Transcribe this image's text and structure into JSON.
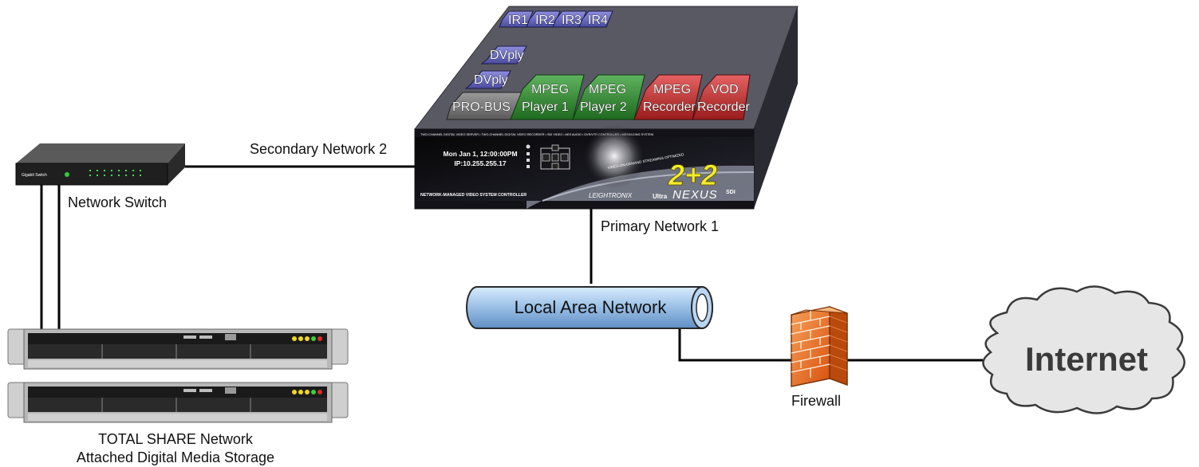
{
  "labels": {
    "secondary_network": "Secondary Network 2",
    "primary_network": "Primary Network 1",
    "network_switch": "Network Switch",
    "lan": "Local Area Network",
    "firewall": "Firewall",
    "internet": "Internet",
    "storage_line1": "TOTAL SHARE Network",
    "storage_line2": "Attached Digital Media Storage"
  },
  "switch": {
    "brand_text": "Gigabit Switch"
  },
  "server": {
    "top_strip": "TWO-CHANNEL DIGITAL VIDEO SERVER • TWO-CHANNEL DIGITAL VIDEO RECORDER • SDI VIDEO • AES AUDIO • DVR/VTR CONTROLLER • MESSAGING SYSTEM",
    "display_line1": "Mon Jan 1, 12:00:00PM",
    "display_line2": "IP:10.255.255.17",
    "bottom_label": "NETWORK-MANAGED VIDEO SYSTEM CONTROLLER",
    "brand": "LEIGHTRONIX",
    "model_prefix": "Ultra",
    "model_name": "NEXUS",
    "model_suffix": "SDI",
    "badge": "2+2",
    "streaming_text": "VIDEO-ON-DEMAND STREAMING OPTIMIZED",
    "modules": {
      "ir": [
        "IR1",
        "IR2",
        "IR3",
        "IR4"
      ],
      "dvply": [
        "DVply",
        "DVply"
      ],
      "probus": "PRO-BUS",
      "players": [
        {
          "line1": "MPEG",
          "line2": "Player 1",
          "color": "#3a8a3a"
        },
        {
          "line1": "MPEG",
          "line2": "Player 2",
          "color": "#3a8a3a"
        },
        {
          "line1": "MPEG",
          "line2": "Recorder",
          "color": "#c83a3a"
        },
        {
          "line1": "VOD",
          "line2": "Recorder",
          "color": "#c83a3a"
        }
      ]
    }
  },
  "colors": {
    "chassis_top": "#5a5a66",
    "chassis_side": "#2a2a30",
    "lan_tube": "#9fc3e8",
    "firewall": "#ee7a22",
    "cloud": "#e8e8e8",
    "ir_module": "#6a6ab8",
    "dvply_module": "#8080d0"
  }
}
